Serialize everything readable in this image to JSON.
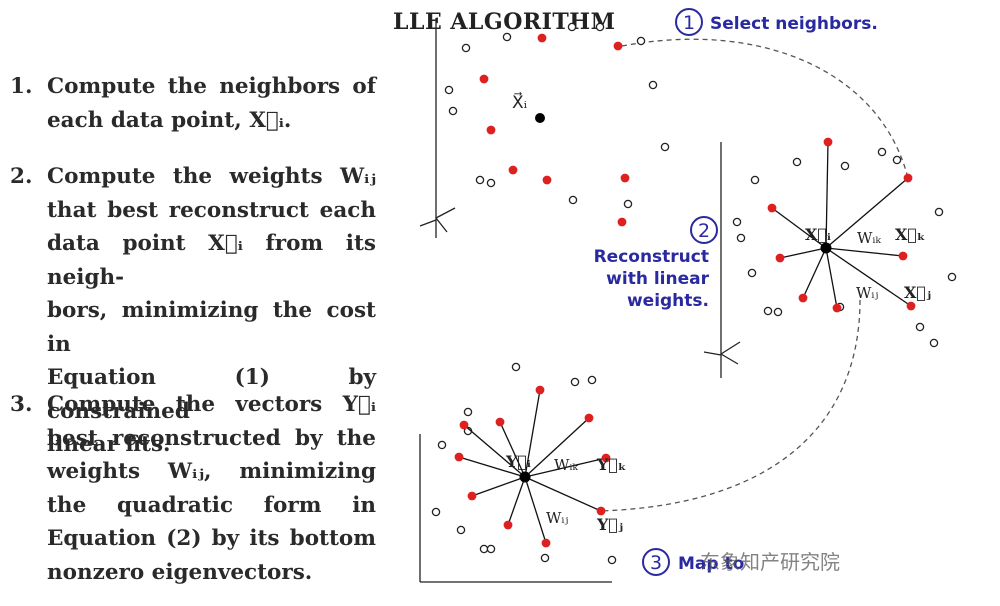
{
  "title": "LLE ALGORITHM",
  "steps": [
    {
      "number": "1.",
      "lines": [
        "Compute the neighbors of",
        "each data point, X⃗ᵢ."
      ]
    },
    {
      "number": "2.",
      "lines": [
        "Compute the weights Wᵢⱼ",
        "that best reconstruct each",
        "data point X⃗ᵢ from its neigh-",
        "bors, minimizing the cost in",
        "Equation (1) by constrained",
        "linear fits."
      ]
    },
    {
      "number": "3.",
      "lines": [
        "Compute the vectors Y⃗ᵢ",
        "best reconstructed by the",
        "weights Wᵢⱼ, minimizing",
        "the quadratic form in",
        "Equation (2) by its bottom",
        "nonzero eigenvectors."
      ]
    }
  ],
  "callouts": {
    "c1": {
      "number": "1",
      "label": "Select neighbors."
    },
    "c2": {
      "number": "2",
      "lines": [
        "Reconstruct",
        "with linear",
        "weights."
      ]
    },
    "c3": {
      "number": "3",
      "label": "Map to"
    }
  },
  "labels": {
    "xi_top": "X⃗ᵢ",
    "xi_mid": "X⃗ᵢ",
    "xk": "X⃗ₖ",
    "xj": "X⃗ⱼ",
    "wik_mid": "Wᵢₖ",
    "wij_mid": "Wᵢⱼ",
    "yi": "Y⃗ᵢ",
    "yk": "Y⃗ₖ",
    "yj": "Y⃗ⱼ",
    "wik_bot": "Wᵢₖ",
    "wij_bot": "Wᵢⱼ"
  },
  "watermark": "东象知产研究院",
  "colors": {
    "neighbor": "#dd2020",
    "center": "#000000",
    "accent": "#2a2aa0",
    "text": "#2a2a2a"
  }
}
